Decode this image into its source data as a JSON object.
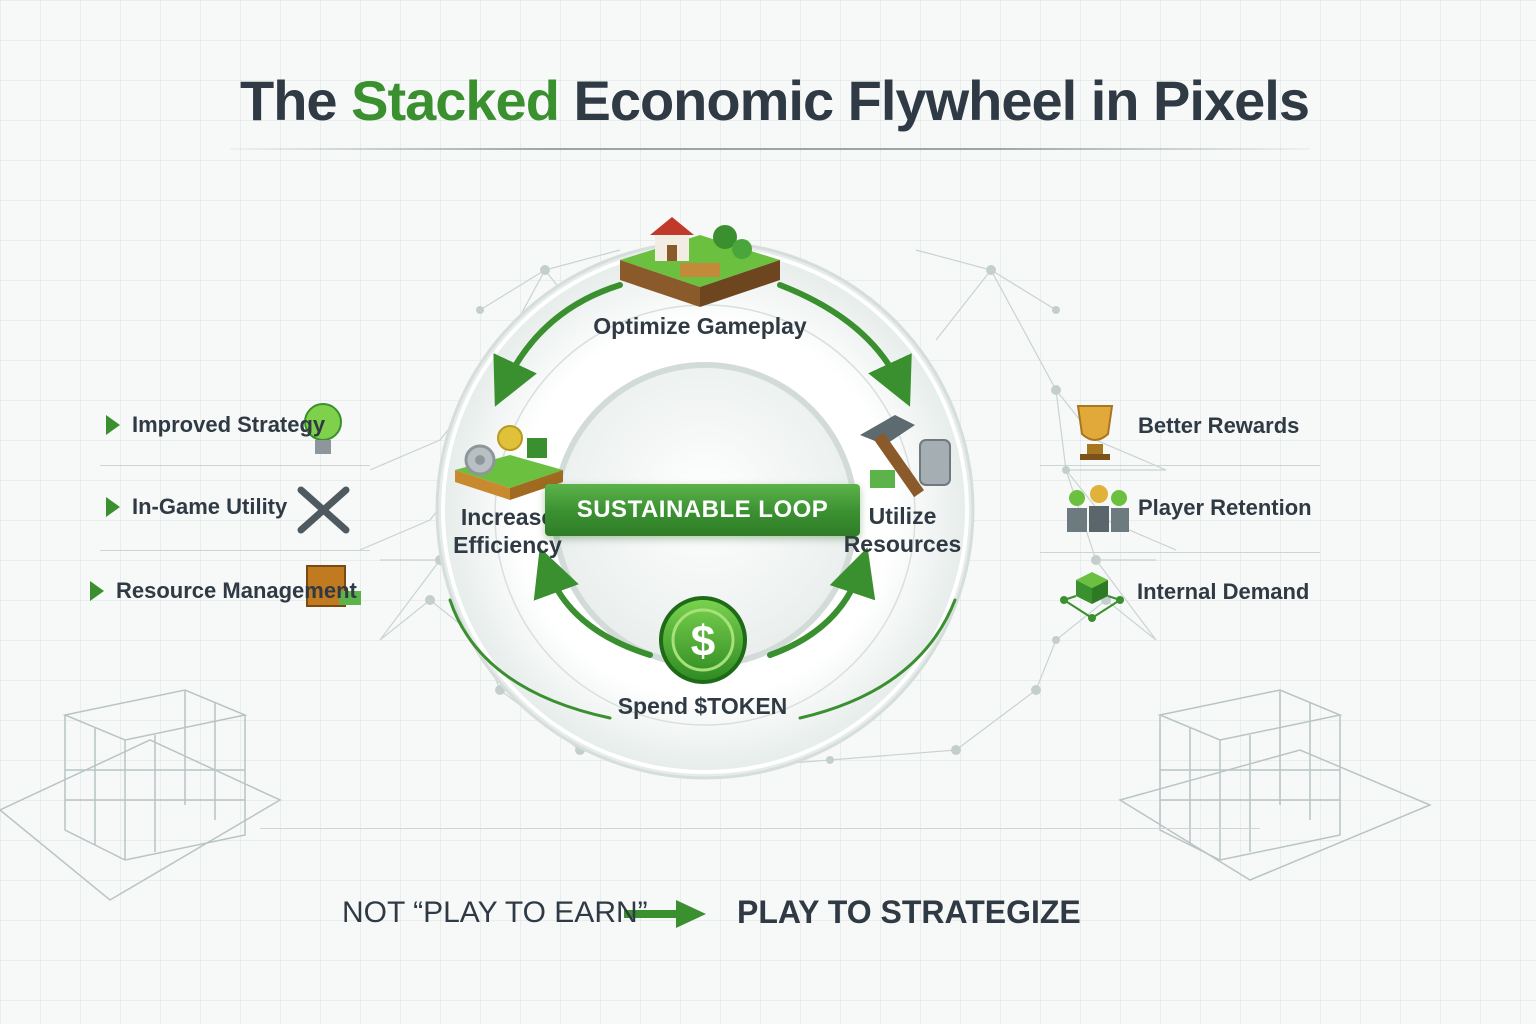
{
  "title": {
    "prefix": "The ",
    "accent": "Stacked",
    "suffix": " Economic Flywheel in Pixels"
  },
  "center_banner": "SUSTAINABLE LOOP",
  "nodes": {
    "top": {
      "label": "Optimize Gameplay",
      "icon": "farm-plot-icon"
    },
    "left": {
      "label_line1": "Increase",
      "label_line2": "Efficiency",
      "icon": "gear-machine-icon"
    },
    "right": {
      "label_line1": "Utilize",
      "label_line2": "Resources",
      "icon": "hammer-tools-icon"
    },
    "bottom": {
      "label": "Spend $TOKEN",
      "icon": "dollar-coin-icon"
    }
  },
  "left_items": [
    {
      "label": "Improved Strategy",
      "icon": "lightbulb-icon"
    },
    {
      "label": "In-Game Utility",
      "icon": "wrench-screwdriver-icon"
    },
    {
      "label": "Resource Management",
      "icon": "crate-icon"
    }
  ],
  "right_items": [
    {
      "label": "Better Rewards",
      "icon": "trophy-icon"
    },
    {
      "label": "Player Retention",
      "icon": "players-icon"
    },
    {
      "label": "Internal Demand",
      "icon": "network-cube-icon"
    }
  ],
  "footer": {
    "left": "NOT “PLAY TO EARN”",
    "right": "PLAY TO STRATEGIZE"
  },
  "colors": {
    "accent_green": "#3a8f2f",
    "text_dark": "#2f3a44",
    "background": "#f7f9f8"
  }
}
